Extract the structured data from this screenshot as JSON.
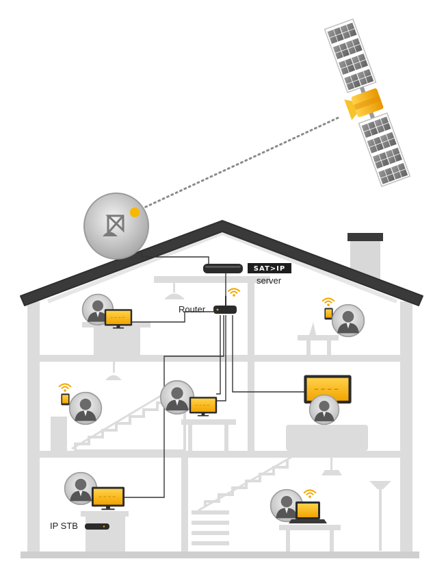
{
  "labels": {
    "badge": "SAT>IP",
    "server": "server",
    "router": "Router",
    "stb": "IP STB"
  },
  "colors": {
    "accent": "#f6b800",
    "house": "#dcdcdc",
    "roof": "#3a3a3a",
    "cable": "#333333",
    "wifi": "#f2a900"
  },
  "icons": [
    "satellite-icon",
    "satellite-dish-icon",
    "server-icon",
    "router-icon",
    "wifi-icon",
    "tv-icon",
    "tablet-icon",
    "smartphone-icon",
    "laptop-icon",
    "set-top-box-icon",
    "person-icon"
  ]
}
